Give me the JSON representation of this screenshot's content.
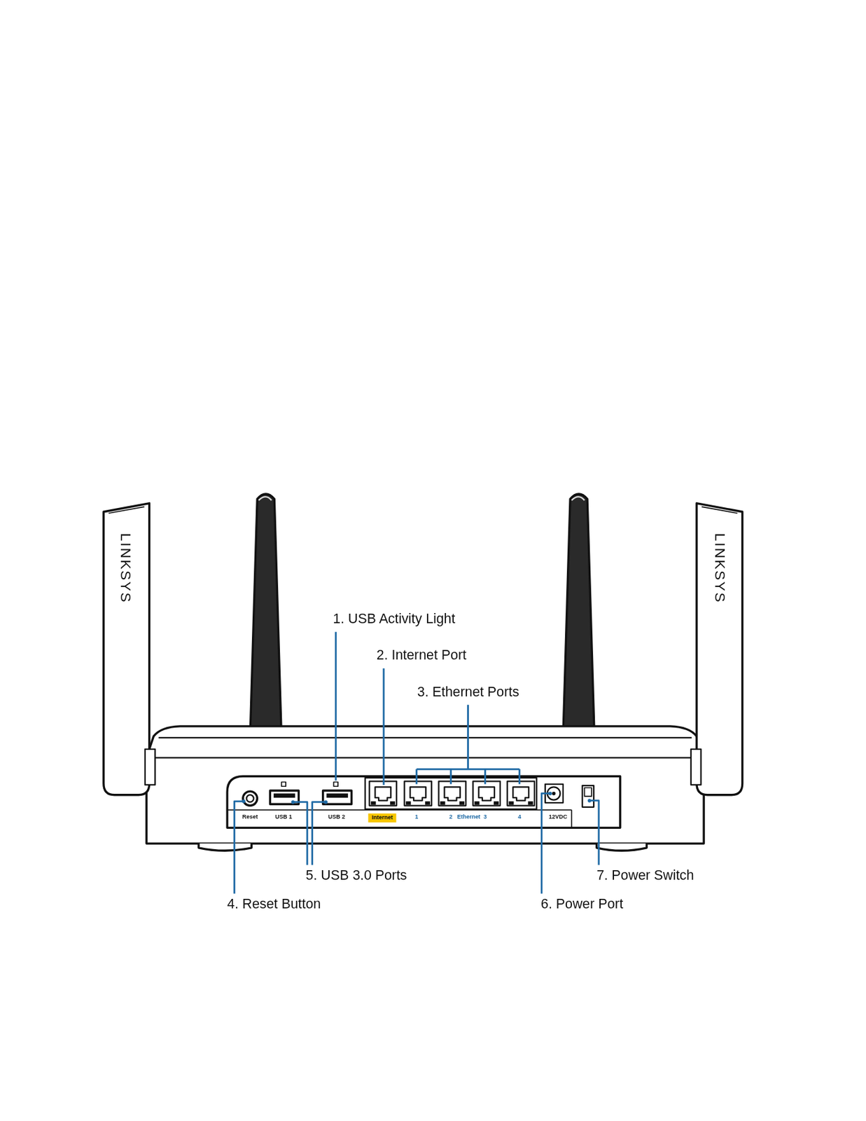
{
  "diagram": {
    "labels": [
      "LINKSYS",
      "LINKSYS",
      "1. USB Activity Light",
      "2. Internet Port",
      "3. Ethernet Ports",
      "Reset",
      "USB 1",
      "USB 2",
      "Internet",
      "1",
      "2",
      "Ethernet",
      "3",
      "4",
      "12VDC",
      "5. USB 3.0 Ports",
      "7. Power Switch",
      "4. Reset Button",
      "6. Power Port"
    ]
  }
}
